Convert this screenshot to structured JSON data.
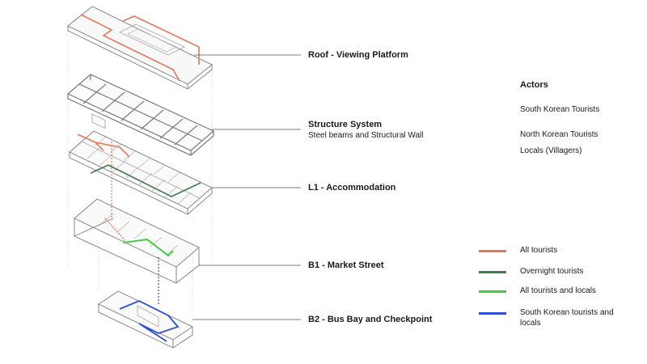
{
  "layers": [
    {
      "id": "roof",
      "title": "Roof - Viewing Platform",
      "subtitle": ""
    },
    {
      "id": "structure",
      "title": "Structure System",
      "subtitle": "Steel beams and Structural Wall"
    },
    {
      "id": "l1",
      "title": "L1 - Accommodation",
      "subtitle": ""
    },
    {
      "id": "b1",
      "title": "B1 - Market Street",
      "subtitle": ""
    },
    {
      "id": "b2",
      "title": "B2 - Bus Bay and Checkpoint",
      "subtitle": ""
    }
  ],
  "actors": {
    "title": "Actors",
    "items": [
      "South Korean Tourists",
      "North Korean Tourists",
      "Locals (Villagers)"
    ]
  },
  "legend": [
    {
      "label": "All tourists",
      "color": "#e8775a"
    },
    {
      "label": "Overnight tourists",
      "color": "#3f7a4c"
    },
    {
      "label": "All tourists and locals",
      "color": "#3ec93a"
    },
    {
      "label": "South Korean tourists and locals",
      "color": "#2d4fd6"
    }
  ]
}
